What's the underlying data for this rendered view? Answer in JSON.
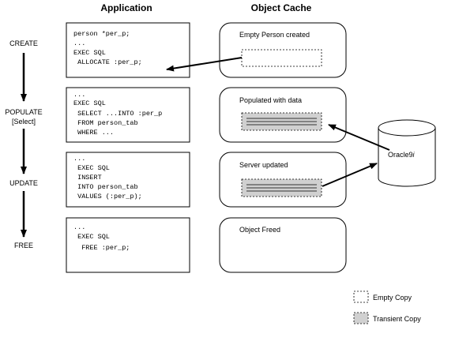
{
  "headers": {
    "application": "Application",
    "object_cache": "Object Cache"
  },
  "steps": [
    {
      "label_lines": [
        "CREATE"
      ]
    },
    {
      "label_lines": [
        "POPULATE",
        "[Select]"
      ]
    },
    {
      "label_lines": [
        "UPDATE"
      ]
    },
    {
      "label_lines": [
        "FREE"
      ]
    }
  ],
  "code_boxes": [
    {
      "lines": [
        "person *per_p;",
        "...",
        "EXEC SQL",
        " ALLOCATE :per_p;"
      ]
    },
    {
      "lines": [
        "...",
        "EXEC SQL",
        " SELECT ...INTO :per_p",
        " FROM person_tab",
        " WHERE ..."
      ]
    },
    {
      "lines": [
        "...",
        " EXEC SQL",
        " INSERT",
        " INTO person_tab",
        " VALUES (:per_p);"
      ]
    },
    {
      "lines": [
        "...",
        " EXEC SQL",
        "  FREE :per_p;"
      ]
    }
  ],
  "cache_boxes": [
    {
      "title": "Empty Person created",
      "copy": "empty"
    },
    {
      "title": "Populated with data",
      "copy": "transient"
    },
    {
      "title": "Server updated",
      "copy": "transient"
    },
    {
      "title": "Object Freed",
      "copy": "none"
    }
  ],
  "database": {
    "name": "Oracle9",
    "name_suffix": "i"
  },
  "legend": {
    "empty_copy": "Empty Copy",
    "transient_copy": "Transient Copy"
  },
  "colors": {
    "stroke": "#000000",
    "transient_fill": "#d0d0d0",
    "background": "#ffffff"
  }
}
